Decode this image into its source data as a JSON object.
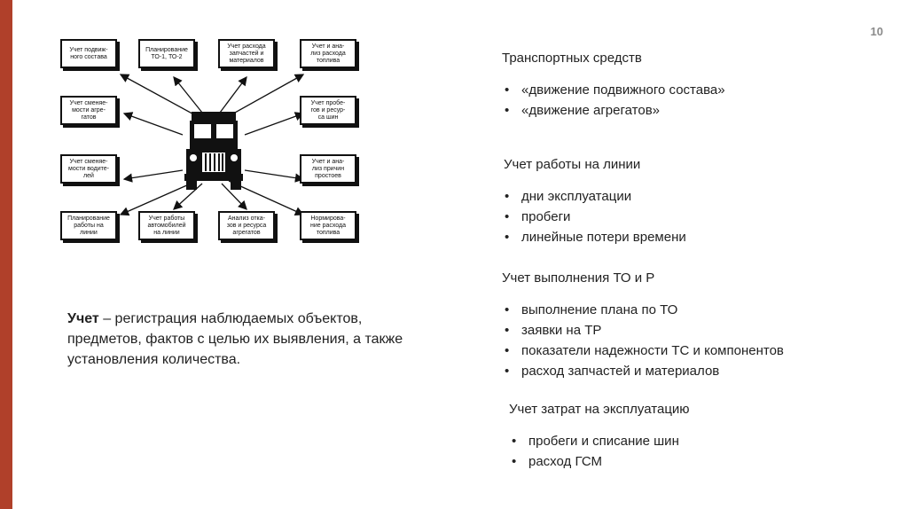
{
  "page_number": "10",
  "accent_color": "#b0402a",
  "diagram": {
    "center_icon": "truck-icon",
    "boxes": [
      "Учет подвиж-\nного состава",
      "Планирование\nТО-1, ТО-2",
      "Учет расхода\nзапчастей и\nматериалов",
      "Учет и ана-\nлиз расхода\nтоплива",
      "Учет сменяе-\nмости агре-\nгатов",
      "Учет пробе-\nгов и ресур-\nса шин",
      "Учет сменяе-\nмости водите-\nлей",
      "Учет и ана-\nлиз причин\nпростоев",
      "Планирование\nработы на\nлинии",
      "Учет работы\nавтомобилей\nна линии",
      "Анализ отка-\nзов и ресурса\nагрегатов",
      "Нормирова-\nние расхода\nтоплива"
    ]
  },
  "definition": {
    "term": "Учет",
    "text": " – регистрация наблюдаемых объектов, предметов, фактов с целью их выявления, а также установления количества."
  },
  "sections": [
    {
      "title": "Транспортных средств",
      "items": [
        "«движение подвижного состава»",
        "«движение агрегатов»"
      ]
    },
    {
      "title": "Учет работы на линии",
      "items": [
        "дни эксплуатации",
        "пробеги",
        "линейные потери времени"
      ]
    },
    {
      "title": "Учет выполнения ТО и Р",
      "items": [
        "выполнение плана по ТО",
        "заявки на ТР",
        "показатели надежности ТС и компонентов",
        "расход запчастей и материалов"
      ]
    },
    {
      "title": "Учет затрат на эксплуатацию",
      "items": [
        "пробеги и списание шин",
        "расход ГСМ"
      ]
    }
  ]
}
